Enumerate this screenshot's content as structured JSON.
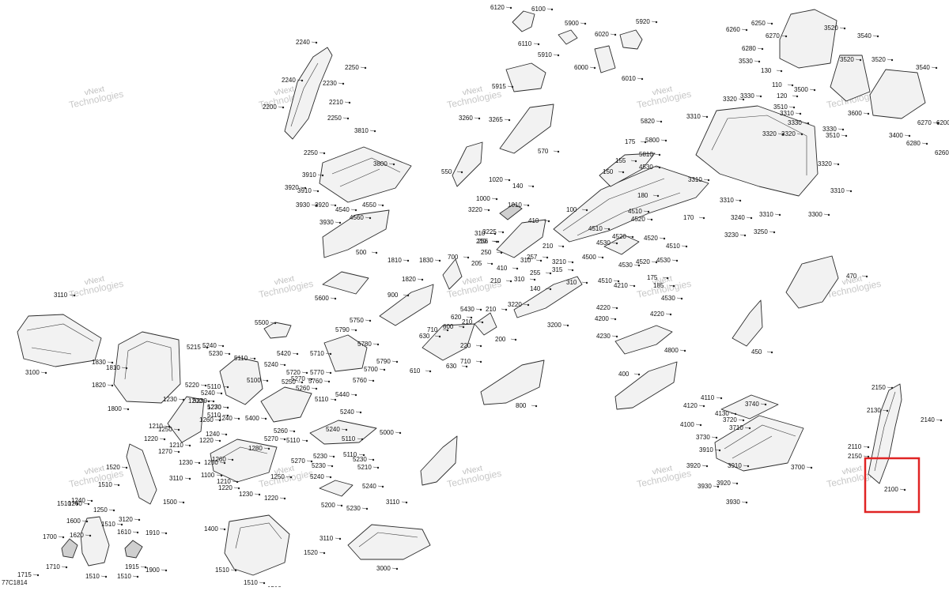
{
  "drawing": {
    "code": "77C1814",
    "highlight_color": "#e02424",
    "highlighted_part": "2100"
  },
  "watermark": {
    "line1": "vNext",
    "line2": "Technologies"
  },
  "callouts": [
    "6120",
    "6100",
    "6110",
    "5900",
    "5910",
    "6020",
    "5920",
    "6000",
    "6010",
    "5915",
    "2240",
    "2250",
    "2240",
    "2230",
    "2210",
    "2200",
    "2250",
    "3810",
    "2250",
    "3260",
    "3265",
    "570",
    "550",
    "3800",
    "3910",
    "3920",
    "3910",
    "3930",
    "3920",
    "4540",
    "4550",
    "3930",
    "4560",
    "500",
    "1020",
    "140",
    "1000",
    "1010",
    "3220",
    "410",
    "3225",
    "310",
    "210",
    "256",
    "250",
    "257",
    "310",
    "3210",
    "205",
    "210",
    "315",
    "410",
    "255",
    "310",
    "140",
    "210",
    "310",
    "3220",
    "1810",
    "1830",
    "1820",
    "700",
    "5600",
    "900",
    "3200",
    "5430",
    "620",
    "210",
    "600",
    "210",
    "710",
    "630",
    "220",
    "200",
    "610",
    "630",
    "710",
    "5820",
    "5800",
    "175",
    "5810",
    "155",
    "4530",
    "150",
    "180",
    "100",
    "4510",
    "4520",
    "4520",
    "4510",
    "170",
    "4530",
    "4520",
    "4500",
    "4510",
    "4530",
    "4520",
    "4530",
    "4510",
    "4210",
    "175",
    "185",
    "4220",
    "4530",
    "4200",
    "4220",
    "4230",
    "4800",
    "400",
    "6260",
    "6250",
    "6280",
    "6270",
    "3520",
    "3540",
    "3530",
    "130",
    "110",
    "120",
    "3510",
    "3500",
    "3520",
    "3520",
    "3540",
    "3600",
    "3320",
    "3330",
    "3310",
    "3320",
    "3320",
    "3330",
    "3510",
    "6270",
    "6200",
    "3330",
    "3320",
    "6280",
    "6260",
    "3400",
    "3310",
    "3310",
    "3310",
    "3240",
    "3310",
    "3250",
    "3300",
    "3230",
    "3310",
    "470",
    "450",
    "3100",
    "3110",
    "1830",
    "1810",
    "1820",
    "1800",
    "5500",
    "5215",
    "5230",
    "5240",
    "5750",
    "5790",
    "5420",
    "5780",
    "5710",
    "5240",
    "5110",
    "5720",
    "5770",
    "5760",
    "5270",
    "5250",
    "5700",
    "5790",
    "5760",
    "5440",
    "5220",
    "5240",
    "5230",
    "5100",
    "5110",
    "5260",
    "5230",
    "5110",
    "5110",
    "5240",
    "5000",
    "1230",
    "1200",
    "1270",
    "1260",
    "1240",
    "1210",
    "1250",
    "1220",
    "1240",
    "1220",
    "1260",
    "1210",
    "1270",
    "1280",
    "1100",
    "1250",
    "1230",
    "5260",
    "5270",
    "5110",
    "5400",
    "5240",
    "5110",
    "5230",
    "5110",
    "5230",
    "5270",
    "5210",
    "5230",
    "5240",
    "5200",
    "5230",
    "5240",
    "3110",
    "1210",
    "1220",
    "1230",
    "1220",
    "1250",
    "1520",
    "1510",
    "1510",
    "3110",
    "1500",
    "1240",
    "1260",
    "1250",
    "3120",
    "1510",
    "1600",
    "1620",
    "1610",
    "1910",
    "1700",
    "1710",
    "1715",
    "1510",
    "1915",
    "1510",
    "1900",
    "1400",
    "3110",
    "1520",
    "1510",
    "1510",
    "1510",
    "3000",
    "800",
    "4110",
    "4120",
    "4130",
    "3740",
    "4100",
    "3720",
    "3710",
    "3730",
    "3910",
    "3700",
    "3920",
    "3910",
    "3930",
    "3920",
    "3930",
    "2150",
    "2130",
    "2140",
    "2110",
    "2150",
    "2100"
  ]
}
